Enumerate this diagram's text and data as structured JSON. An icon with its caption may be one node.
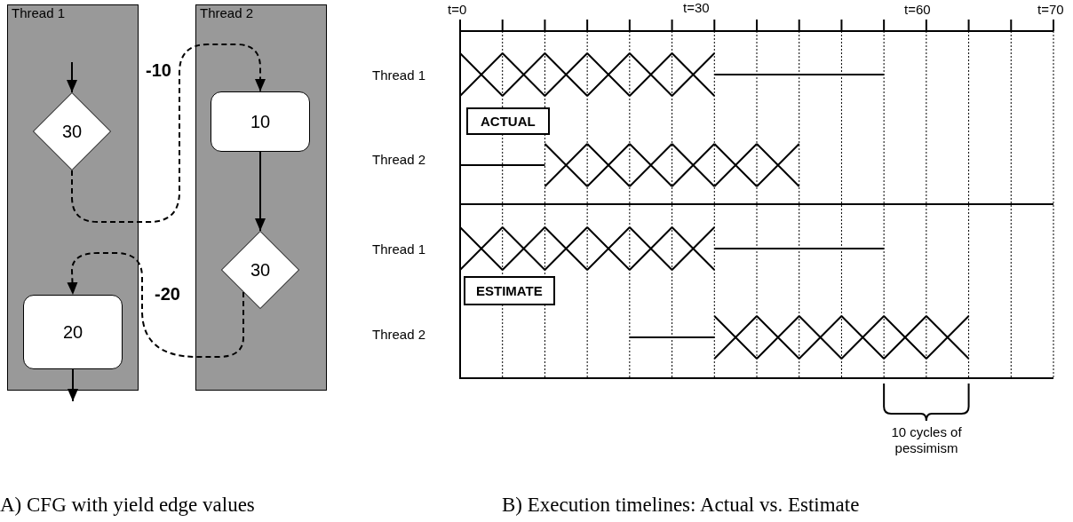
{
  "diagram": {
    "nodes": [
      {
        "text": [
          "Thread 1"
        ]
      },
      {
        "text": [
          "30"
        ],
        "in": 0
      },
      {
        "text": [
          "20"
        ],
        "in": 0
      },
      {
        "text": [
          "Thread 2"
        ]
      },
      {
        "text": [
          "10"
        ],
        "in": 3
      },
      {
        "text": [
          "30"
        ],
        "in": 3
      }
    ],
    "edges": [
      {
        "from": null,
        "to": 1,
        "arrow": "to"
      },
      {
        "from": 1,
        "to": 4,
        "arrow": "to",
        "label": "-10",
        "style": "dashed"
      },
      {
        "from": 4,
        "to": 5,
        "arrow": "to"
      },
      {
        "from": 5,
        "to": 2,
        "arrow": "to",
        "label": "-20",
        "style": "dashed"
      },
      {
        "from": 2,
        "to": null,
        "arrow": "to"
      }
    ],
    "labels": [
      "t=0",
      "t=30",
      "t=60",
      "t=70",
      "Thread 1",
      "ACTUAL",
      "Thread 2",
      "Thread 1",
      "ESTIMATE",
      "Thread 2",
      "10 cycles of pessimism",
      "A) CFG with yield edge values",
      "B) Execution timelines: Actual vs. Estimate"
    ]
  }
}
